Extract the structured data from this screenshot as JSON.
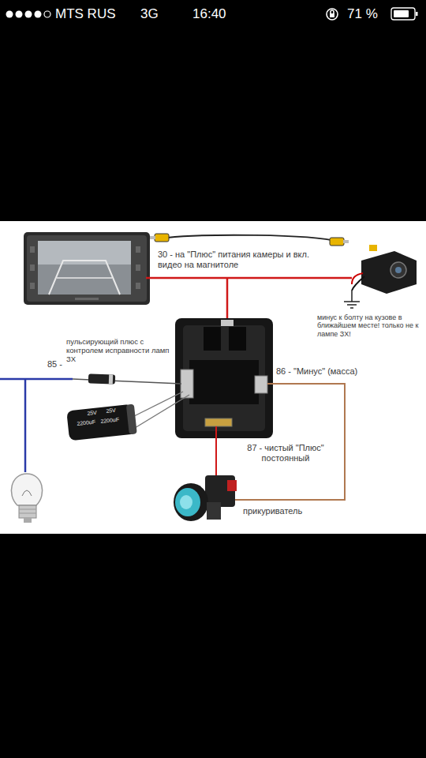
{
  "diagram": {
    "labels": [
      "MTS RUS",
      "3G",
      "16:40",
      "71 %",
      "30 - на \"Плюс\" питания камеры и вкл. видео на магнитоле",
      "минус к болту на кузове в ближайшем месте! только не к лампе ЗХ!",
      "пульсирующий плюс с контролем исправности ламп ЗХ",
      "85 -",
      "86 - \"Минус\" (масса)",
      "87 - чистый \"Плюс\" постоянный",
      "25V",
      "25V",
      "2200uF",
      "2200uF",
      "прикуриватель"
    ]
  }
}
